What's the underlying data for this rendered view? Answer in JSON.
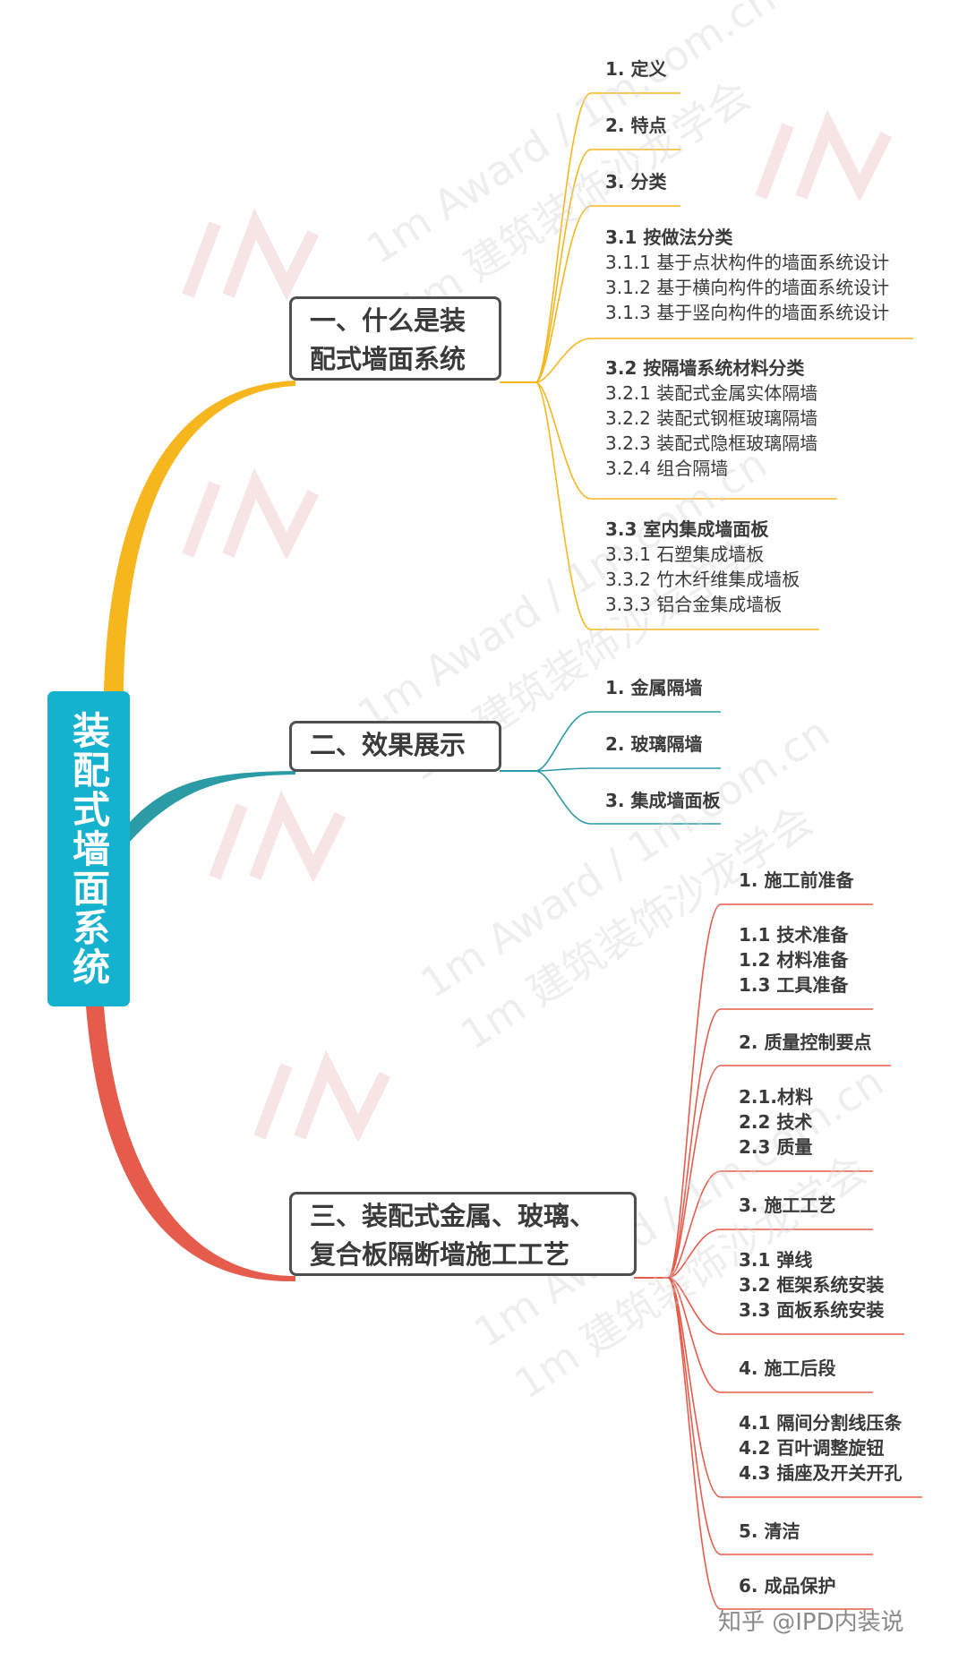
{
  "root": {
    "label": "装配式墙面系统"
  },
  "colors": {
    "root": "#15b2cf",
    "branch1": "#f5b61e",
    "branch2": "#2b9ba6",
    "branch3": "#e65c4c"
  },
  "branches": [
    {
      "title": [
        "一、什么是装",
        "配式墙面系统"
      ],
      "children": [
        {
          "lines": [
            "1. 定义"
          ]
        },
        {
          "lines": [
            "2. 特点"
          ]
        },
        {
          "lines": [
            "3. 分类"
          ]
        },
        {
          "lines": [
            "3.1 按做法分类",
            "3.1.1 基于点状构件的墙面系统设计",
            "3.1.2 基于横向构件的墙面系统设计",
            "3.1.3 基于竖向构件的墙面系统设计"
          ]
        },
        {
          "lines": [
            "3.2 按隔墙系统材料分类",
            "3.2.1 装配式金属实体隔墙",
            "3.2.2 装配式钢框玻璃隔墙",
            "3.2.3 装配式隐框玻璃隔墙",
            "3.2.4 组合隔墙"
          ]
        },
        {
          "lines": [
            "3.3 室内集成墙面板",
            "3.3.1 石塑集成墙板",
            "3.3.2 竹木纤维集成墙板",
            "3.3.3 铝合金集成墙板"
          ]
        }
      ]
    },
    {
      "title": [
        "二、效果展示"
      ],
      "children": [
        {
          "lines": [
            "1. 金属隔墙"
          ]
        },
        {
          "lines": [
            "2. 玻璃隔墙"
          ]
        },
        {
          "lines": [
            "3. 集成墙面板"
          ]
        }
      ]
    },
    {
      "title": [
        "三、装配式金属、玻璃、",
        "复合板隔断墙施工工艺"
      ],
      "children": [
        {
          "lines": [
            "1. 施工前准备"
          ]
        },
        {
          "lines": [
            "1.1 技术准备",
            "1.2 材料准备",
            "1.3 工具准备"
          ]
        },
        {
          "lines": [
            "2. 质量控制要点"
          ]
        },
        {
          "lines": [
            "2.1.材料",
            "2.2 技术",
            "2.3 质量"
          ]
        },
        {
          "lines": [
            "3. 施工工艺"
          ]
        },
        {
          "lines": [
            "3.1 弹线",
            "3.2 框架系统安装",
            "3.3 面板系统安装"
          ]
        },
        {
          "lines": [
            "4. 施工后段"
          ]
        },
        {
          "lines": [
            "4.1 隔间分割线压条",
            "4.2 百叶调整旋钮",
            "4.3 插座及开关开孔"
          ]
        },
        {
          "lines": [
            "5. 清洁"
          ]
        },
        {
          "lines": [
            "6. 成品保护"
          ]
        }
      ]
    }
  ],
  "watermark": {
    "text_a": "1m Award / 1m.com.cn",
    "text_b": "1m 建筑装饰沙龙学会"
  },
  "credit": "知乎 @IPD内装说"
}
